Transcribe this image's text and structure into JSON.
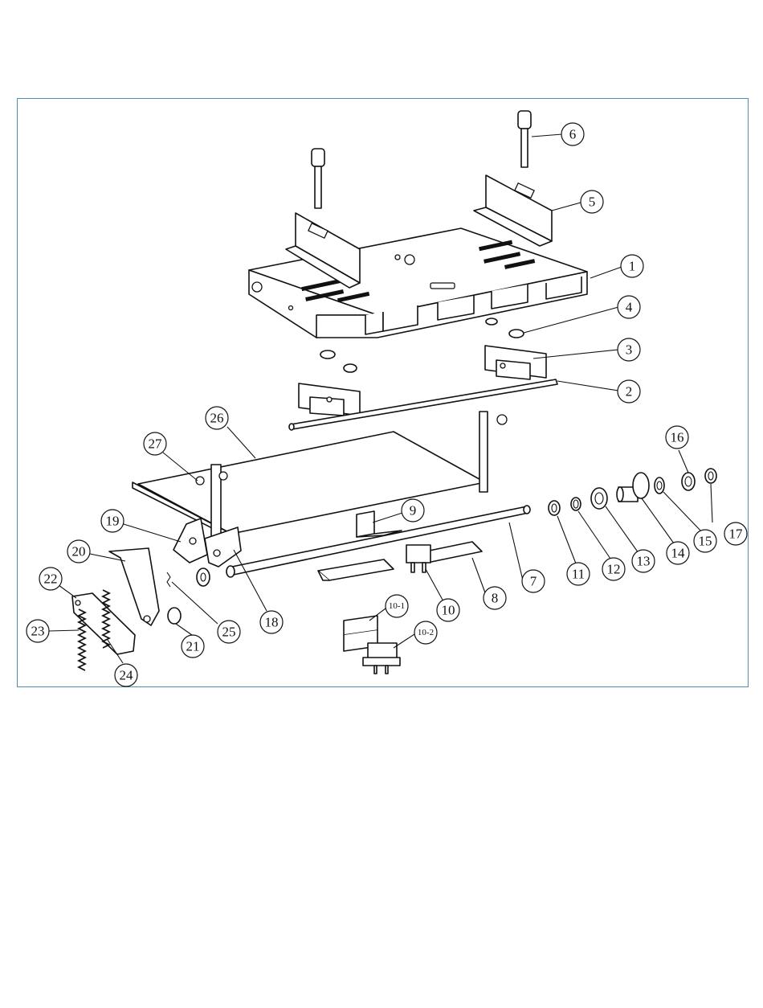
{
  "callouts": [
    {
      "id": "1",
      "label": "1"
    },
    {
      "id": "2",
      "label": "2"
    },
    {
      "id": "3",
      "label": "3"
    },
    {
      "id": "4",
      "label": "4"
    },
    {
      "id": "5",
      "label": "5"
    },
    {
      "id": "6",
      "label": "6"
    },
    {
      "id": "7",
      "label": "7"
    },
    {
      "id": "8",
      "label": "8"
    },
    {
      "id": "9",
      "label": "9"
    },
    {
      "id": "10",
      "label": "10"
    },
    {
      "id": "10-1",
      "label": "10-1"
    },
    {
      "id": "10-2",
      "label": "10-2"
    },
    {
      "id": "11",
      "label": "11"
    },
    {
      "id": "12",
      "label": "12"
    },
    {
      "id": "13",
      "label": "13"
    },
    {
      "id": "14",
      "label": "14"
    },
    {
      "id": "15",
      "label": "15"
    },
    {
      "id": "16",
      "label": "16"
    },
    {
      "id": "17",
      "label": "17"
    },
    {
      "id": "18",
      "label": "18"
    },
    {
      "id": "19",
      "label": "19"
    },
    {
      "id": "20",
      "label": "20"
    },
    {
      "id": "21",
      "label": "21"
    },
    {
      "id": "22",
      "label": "22"
    },
    {
      "id": "23",
      "label": "23"
    },
    {
      "id": "24",
      "label": "24"
    },
    {
      "id": "25",
      "label": "25"
    },
    {
      "id": "26",
      "label": "26"
    },
    {
      "id": "27",
      "label": "27"
    }
  ],
  "colors": {
    "frame": "#4a90b8",
    "ink": "#111111",
    "paper": "#ffffff"
  }
}
